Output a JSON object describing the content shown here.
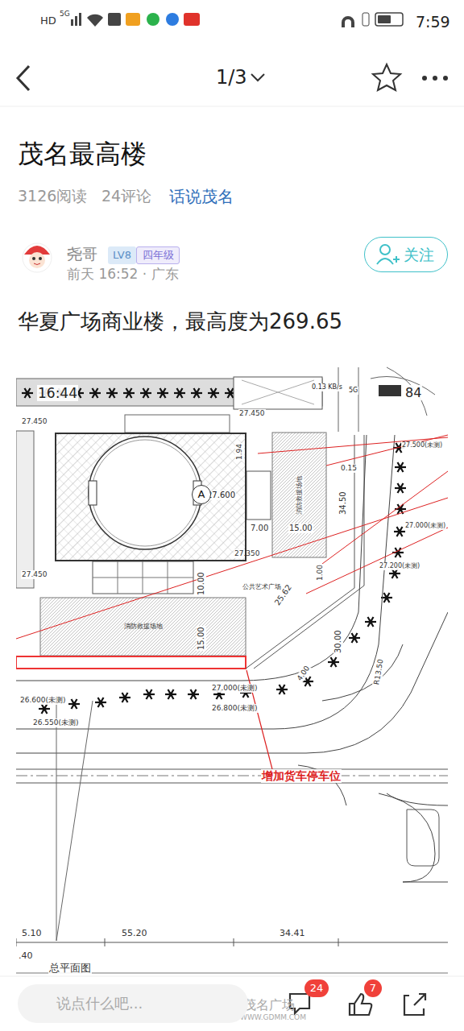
{
  "diagram": {
    "title": "茂名最高楼",
    "nodes": [
      {
        "text": [
          "LV8"
        ]
      },
      {
        "text": [
          "四年级"
        ]
      },
      {
        "text": [
          "关注"
        ]
      },
      {
        "text": [
          "27.600"
        ]
      },
      {
        "text": [
          "A"
        ],
        "in": 3
      },
      {
        "text": [
          "消防救援场地"
        ]
      },
      {
        "text": [
          "消防救援场地"
        ]
      },
      {
        "text": [
          "说点什么吧..."
        ]
      },
      {
        "text": [
          "24"
        ]
      },
      {
        "text": [
          "7"
        ]
      }
    ],
    "labels": [
      "HD",
      "5G",
      "7:59",
      "1/3",
      "3126阅读",
      "24评论",
      "话说茂名",
      "尧哥",
      "前天 16:52 · 广东",
      "华夏广场商业楼，最高度为269.65",
      "16:44",
      "0.13 KB/s",
      "5G",
      "84",
      "27.450",
      "27.450",
      "1.94",
      "0.15",
      "34.50",
      "7.00",
      "15.00",
      "27.350",
      "27.450",
      "10.00",
      "15.00",
      "公共艺术广场",
      "25.62",
      "1.00",
      "30.00",
      "4.00",
      "R13.50",
      "27.500(未测)",
      "27.000(未测)",
      "27.200(未测)",
      "27.000(未测)",
      "26.800(未测)",
      "26.600(未测)",
      "26.550(未测)",
      "增加货车停车位",
      "5.10",
      "55.20",
      "34.41",
      ".40",
      "总平面图",
      "茂名广场",
      "WWW.GDMM.COM"
    ]
  }
}
